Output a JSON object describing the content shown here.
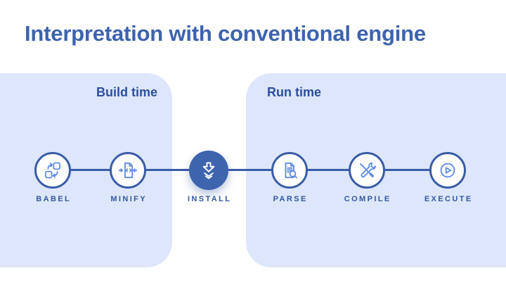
{
  "title": "Interpretation with conventional engine",
  "phases": [
    {
      "id": "build-time",
      "label": "Build time"
    },
    {
      "id": "run-time",
      "label": "Run time"
    }
  ],
  "pipeline": {
    "steps": [
      {
        "label": "BABEL",
        "icon": "transform-icon",
        "phase": "build-time",
        "emphasis": false
      },
      {
        "label": "MINIFY",
        "icon": "minify-icon",
        "phase": "build-time",
        "emphasis": false
      },
      {
        "label": "INSTALL",
        "icon": "download-icon",
        "phase": "between",
        "emphasis": true
      },
      {
        "label": "PARSE",
        "icon": "parse-icon",
        "phase": "run-time",
        "emphasis": false
      },
      {
        "label": "COMPILE",
        "icon": "tools-icon",
        "phase": "run-time",
        "emphasis": false
      },
      {
        "label": "EXECUTE",
        "icon": "play-icon",
        "phase": "run-time",
        "emphasis": false
      }
    ]
  },
  "colors": {
    "background": "#FFFFFF",
    "title_blue": "#3D63AE",
    "heading_blue": "#2C4F9E",
    "panel_light_blue": "#DDE6FA",
    "node_border_blue": "#3A5CA7",
    "icon_stroke_blue": "#5E8BE0",
    "install_fill_blue": "#3E64AD",
    "step_label_blue": "#33589E"
  }
}
